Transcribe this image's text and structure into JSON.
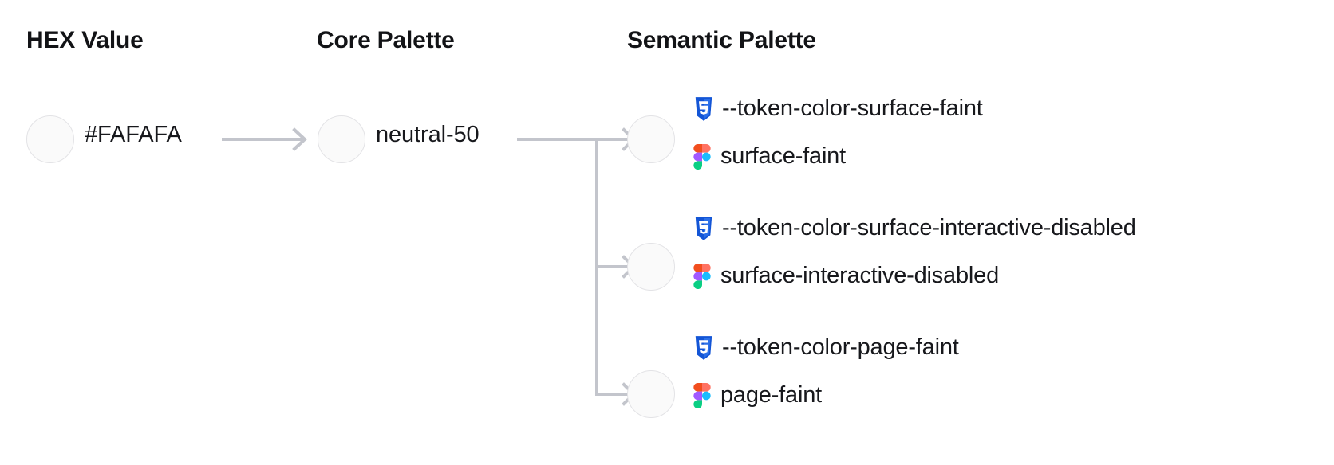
{
  "columns": {
    "hex": {
      "heading": "HEX Value"
    },
    "core": {
      "heading": "Core Palette"
    },
    "semantic": {
      "heading": "Semantic Palette"
    }
  },
  "hex_value": {
    "label": "#FAFAFA",
    "swatch_color": "#FAFAFA"
  },
  "core_value": {
    "label": "neutral-50",
    "swatch_color": "#FAFAFA"
  },
  "semantic_tokens": [
    {
      "swatch_color": "#FAFAFA",
      "css_variable": "--token-color-surface-faint",
      "figma_name": "surface-faint",
      "css_icon": "css3-icon",
      "figma_icon": "figma-icon"
    },
    {
      "swatch_color": "#FAFAFA",
      "css_variable": "--token-color-surface-interactive-disabled",
      "figma_name": "surface-interactive-disabled",
      "css_icon": "css3-icon",
      "figma_icon": "figma-icon"
    },
    {
      "swatch_color": "#FAFAFA",
      "css_variable": "--token-color-page-faint",
      "figma_name": "page-faint",
      "css_icon": "css3-icon",
      "figma_icon": "figma-icon"
    }
  ],
  "palette": {
    "connector_color": "#C3C5CC",
    "swatch_border": "#E3E3E6",
    "text_color": "#17181C",
    "css_icon_blue": "#1572B6",
    "css_icon_blue_light": "#33A9DC",
    "figma_orange": "#F24E1E",
    "figma_salmon": "#FF7262",
    "figma_purple": "#A259FF",
    "figma_blue": "#1ABCFE",
    "figma_green": "#0ACF83"
  }
}
